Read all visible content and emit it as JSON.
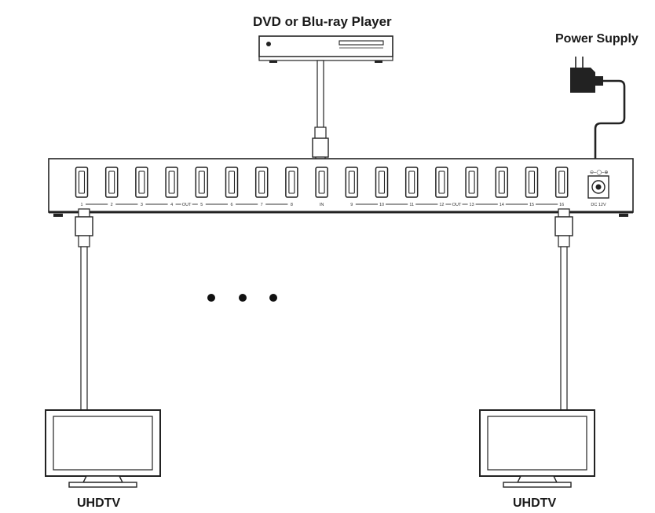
{
  "labels": {
    "source": "DVD or Blu-ray Player",
    "power": "Power Supply",
    "display_left": "UHDTV",
    "display_right": "UHDTV",
    "dc_label": "DC 12V",
    "out_left": "OUT",
    "out_right": "OUT",
    "in_label": "IN"
  },
  "ports": {
    "left_outputs": [
      "1",
      "2",
      "3",
      "4",
      "5",
      "6",
      "7",
      "8"
    ],
    "right_outputs": [
      "9",
      "10",
      "11",
      "12",
      "13",
      "14",
      "15",
      "16"
    ]
  }
}
